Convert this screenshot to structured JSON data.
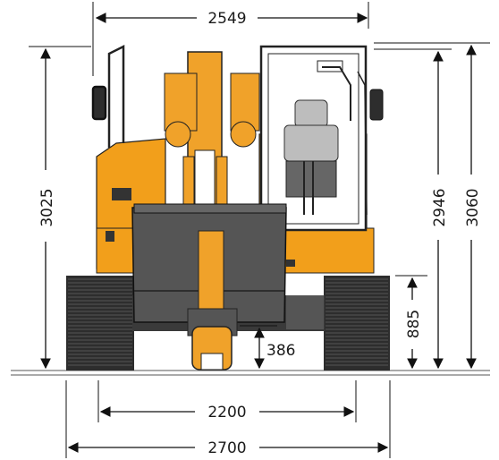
{
  "dimensions": {
    "top_width": "2549",
    "left_height": "3025",
    "right_height_inner": "2946",
    "right_height_outer": "3060",
    "track_height": "885",
    "ground_clearance": "386",
    "track_gauge": "2200",
    "overall_width": "2700"
  },
  "colors": {
    "body_orange": "#f29f1b",
    "boom_orange": "#f0a22a",
    "track_dark": "#2d2d2d",
    "blade_gray": "#555555",
    "cab_line": "#222222",
    "seat_gray": "#bdbdbd",
    "line": "#111111"
  }
}
